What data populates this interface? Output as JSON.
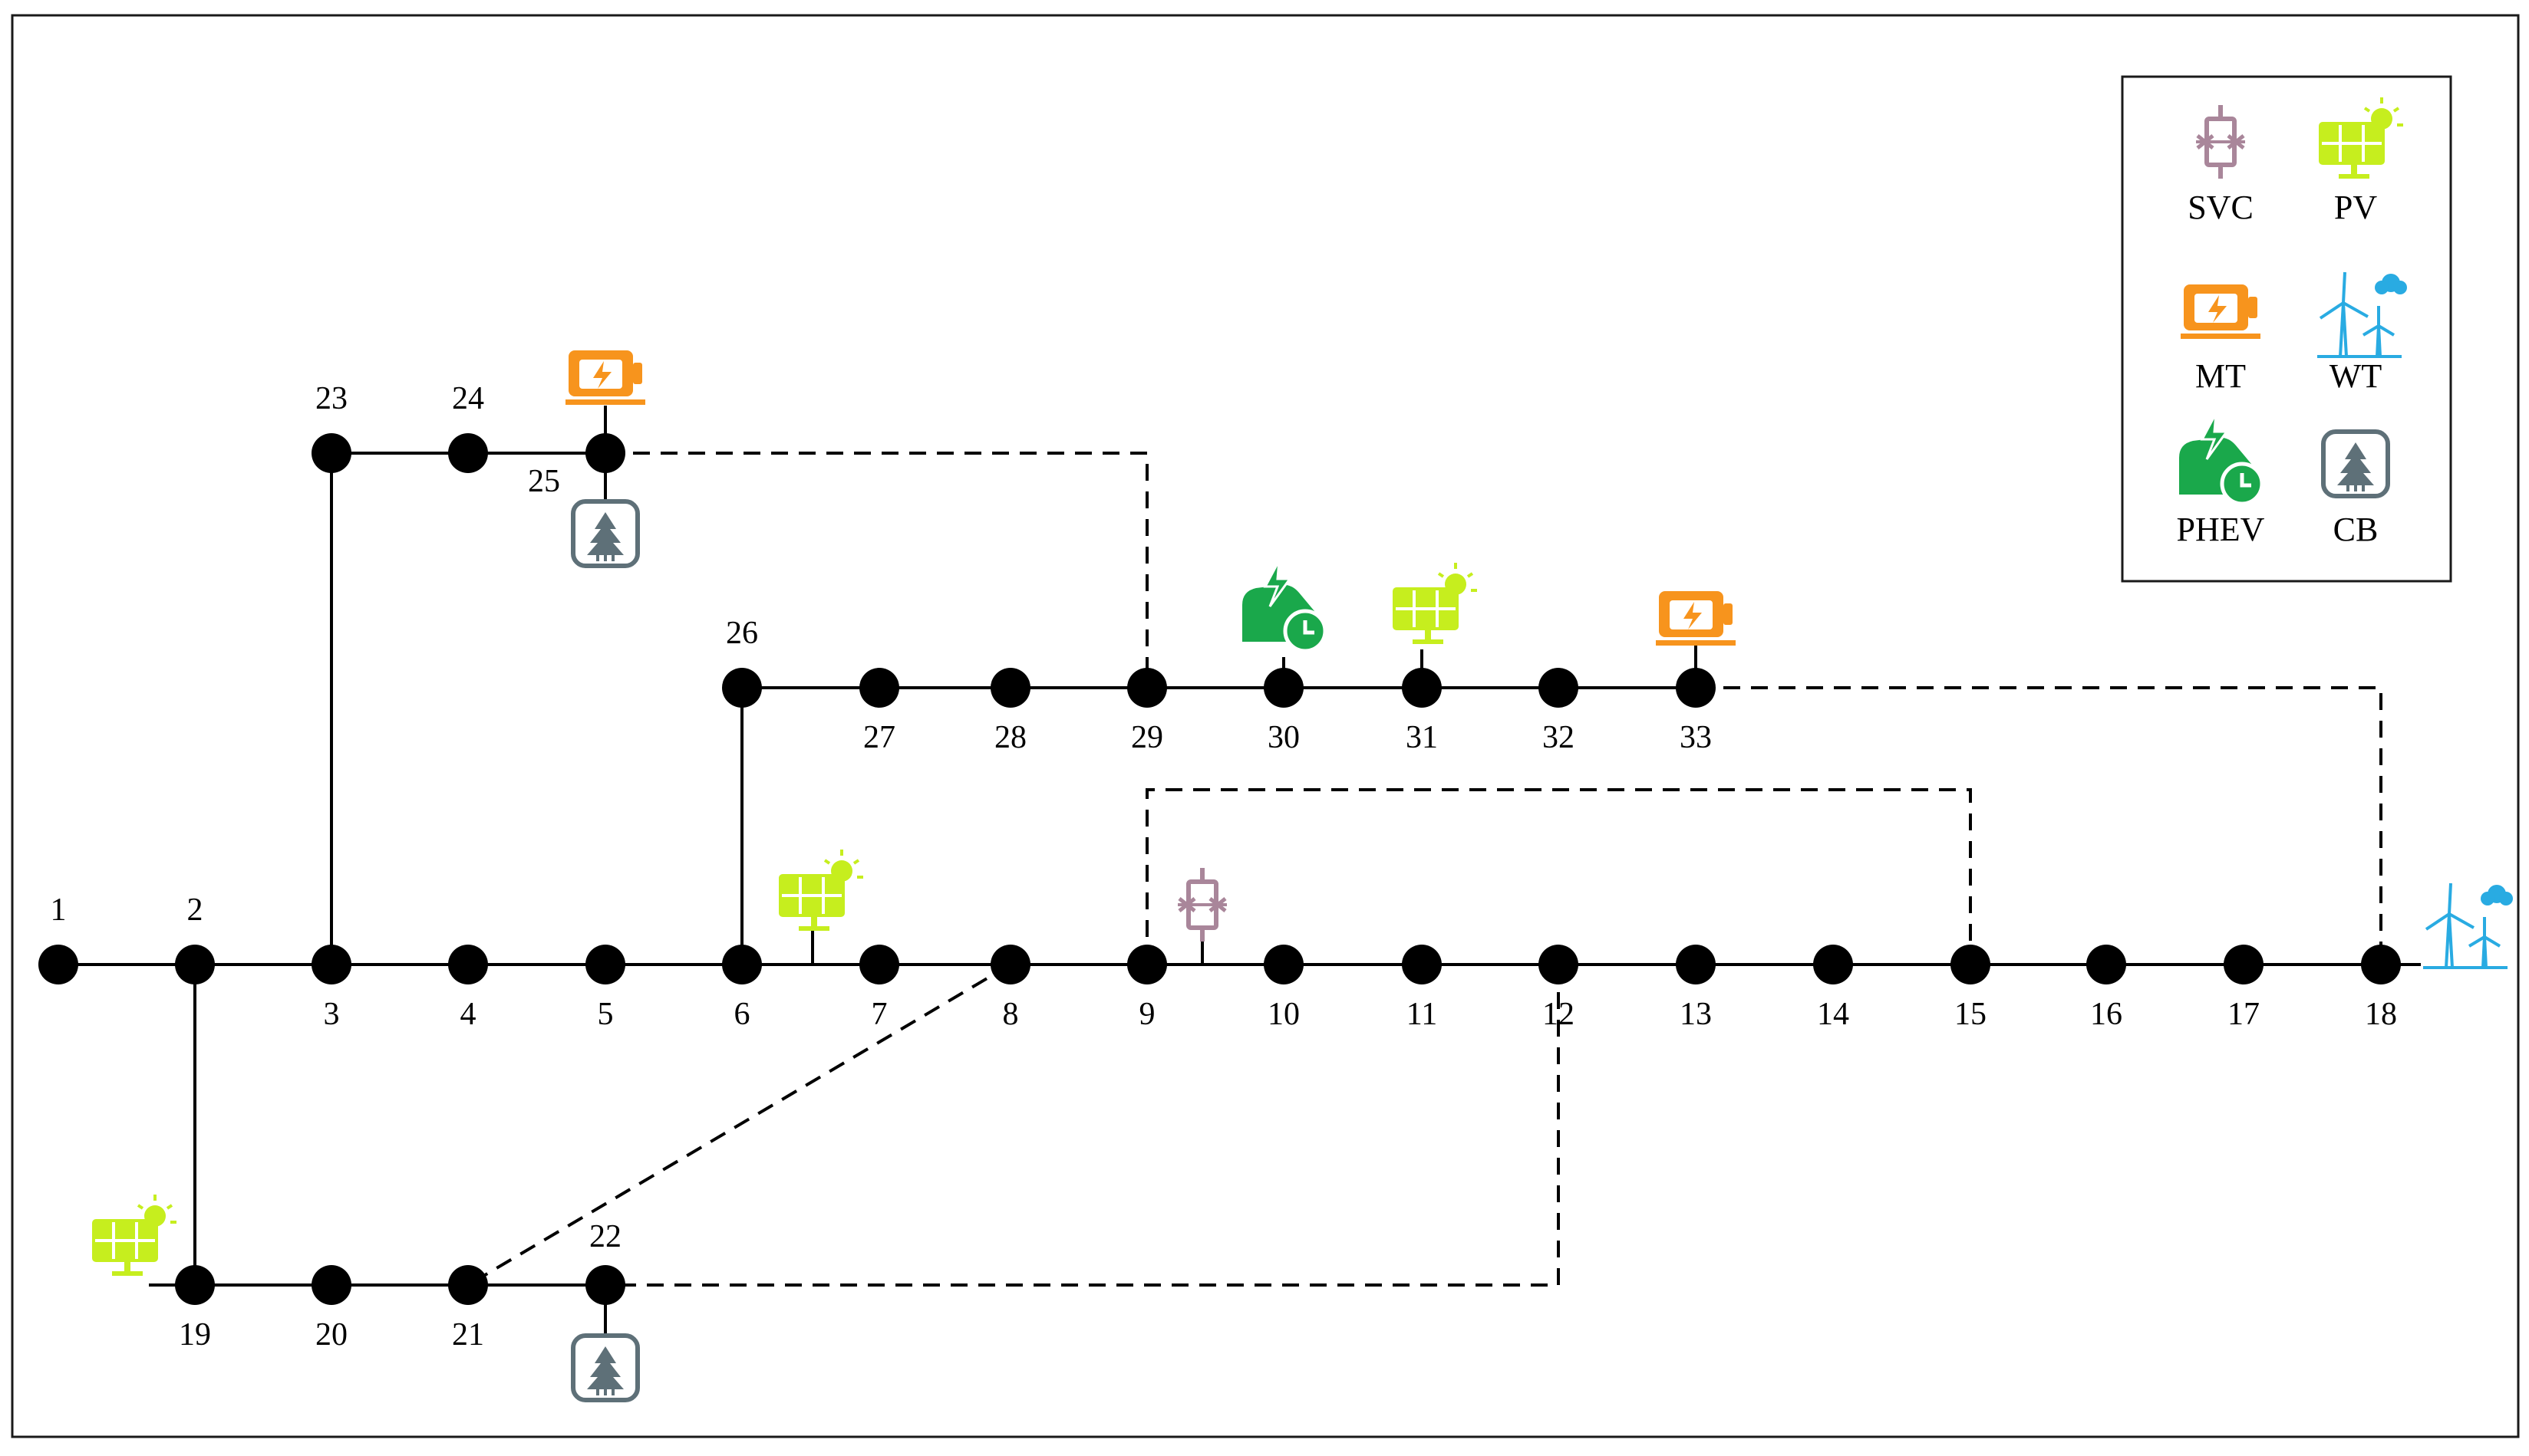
{
  "colors": {
    "svc": "#a9869a",
    "pv": "#c6ee1e",
    "mt": "#f7941d",
    "wt": "#29abe2",
    "phev": "#1aa84b",
    "cb": "#5e7078",
    "line": "#000000"
  },
  "buses": [
    "1",
    "2",
    "3",
    "4",
    "5",
    "6",
    "7",
    "8",
    "9",
    "10",
    "11",
    "12",
    "13",
    "14",
    "15",
    "16",
    "17",
    "18",
    "19",
    "20",
    "21",
    "22",
    "23",
    "24",
    "25",
    "26",
    "27",
    "28",
    "29",
    "30",
    "31",
    "32",
    "33"
  ],
  "branches": [
    [
      "1",
      "2"
    ],
    [
      "2",
      "3"
    ],
    [
      "3",
      "4"
    ],
    [
      "4",
      "5"
    ],
    [
      "5",
      "6"
    ],
    [
      "6",
      "7"
    ],
    [
      "7",
      "8"
    ],
    [
      "8",
      "9"
    ],
    [
      "9",
      "10"
    ],
    [
      "10",
      "11"
    ],
    [
      "11",
      "12"
    ],
    [
      "12",
      "13"
    ],
    [
      "13",
      "14"
    ],
    [
      "14",
      "15"
    ],
    [
      "15",
      "16"
    ],
    [
      "16",
      "17"
    ],
    [
      "17",
      "18"
    ],
    [
      "2",
      "19"
    ],
    [
      "19",
      "20"
    ],
    [
      "20",
      "21"
    ],
    [
      "21",
      "22"
    ],
    [
      "3",
      "23"
    ],
    [
      "23",
      "24"
    ],
    [
      "24",
      "25"
    ],
    [
      "6",
      "26"
    ],
    [
      "26",
      "27"
    ],
    [
      "27",
      "28"
    ],
    [
      "28",
      "29"
    ],
    [
      "29",
      "30"
    ],
    [
      "30",
      "31"
    ],
    [
      "31",
      "32"
    ],
    [
      "32",
      "33"
    ]
  ],
  "tie_lines": [
    [
      "25",
      "29"
    ],
    [
      "33",
      "18"
    ],
    [
      "9",
      "15"
    ],
    [
      "8",
      "21"
    ],
    [
      "12",
      "22"
    ]
  ],
  "devices": [
    {
      "type": "MT",
      "bus": "25"
    },
    {
      "type": "CB",
      "bus": "25"
    },
    {
      "type": "PHEV",
      "bus": "30"
    },
    {
      "type": "PV",
      "bus": "31"
    },
    {
      "type": "MT",
      "bus": "33"
    },
    {
      "type": "PV",
      "bus": "6"
    },
    {
      "type": "SVC",
      "bus": "9"
    },
    {
      "type": "WT",
      "bus": "18"
    },
    {
      "type": "PV",
      "bus": "19"
    },
    {
      "type": "CB",
      "bus": "22"
    }
  ],
  "legend": {
    "items": [
      {
        "icon": "svc",
        "label": "SVC"
      },
      {
        "icon": "pv",
        "label": "PV"
      },
      {
        "icon": "mt",
        "label": "MT"
      },
      {
        "icon": "wt",
        "label": "WT"
      },
      {
        "icon": "phev",
        "label": "PHEV"
      },
      {
        "icon": "cb",
        "label": "CB"
      }
    ]
  }
}
